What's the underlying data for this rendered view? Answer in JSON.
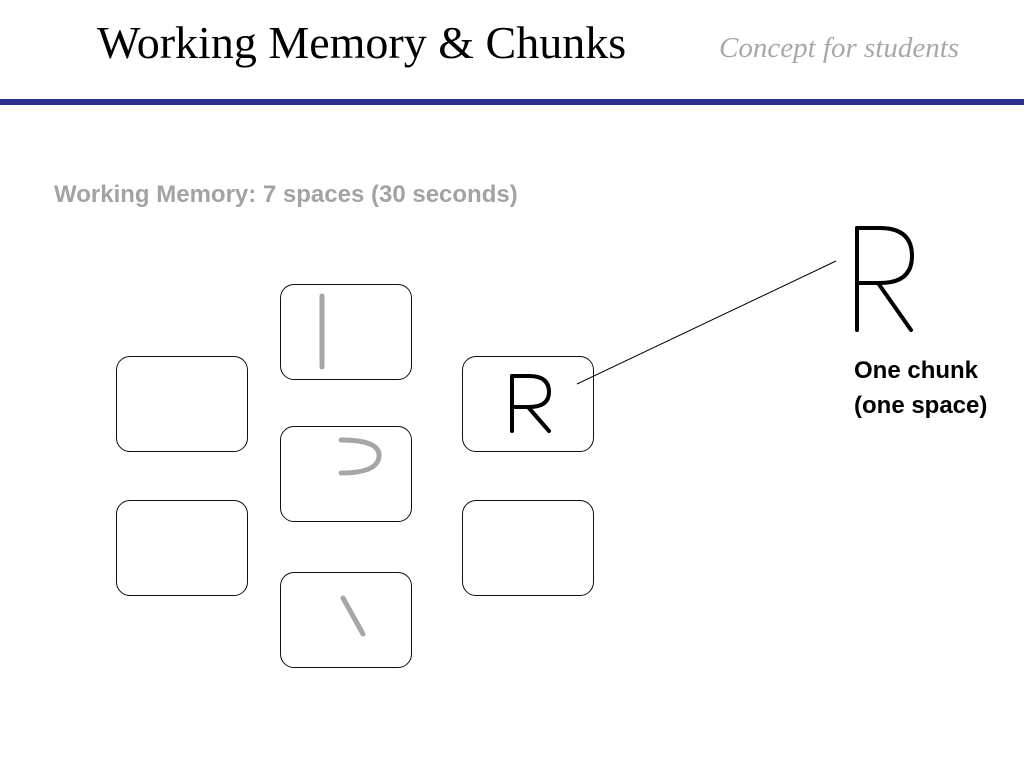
{
  "header": {
    "title": "Working Memory & Chunks",
    "subtitle": "Concept for students",
    "rule_color": "#2b2f8e"
  },
  "working_memory": {
    "label": "Working Memory: 7 spaces (30 seconds)",
    "slot_count": 7
  },
  "chunk": {
    "letter": "R",
    "caption_line1": "One chunk",
    "caption_line2": "(one space)"
  },
  "colors": {
    "fragment_gray": "#a6a6a6",
    "label_gray": "#a3a3a3"
  }
}
